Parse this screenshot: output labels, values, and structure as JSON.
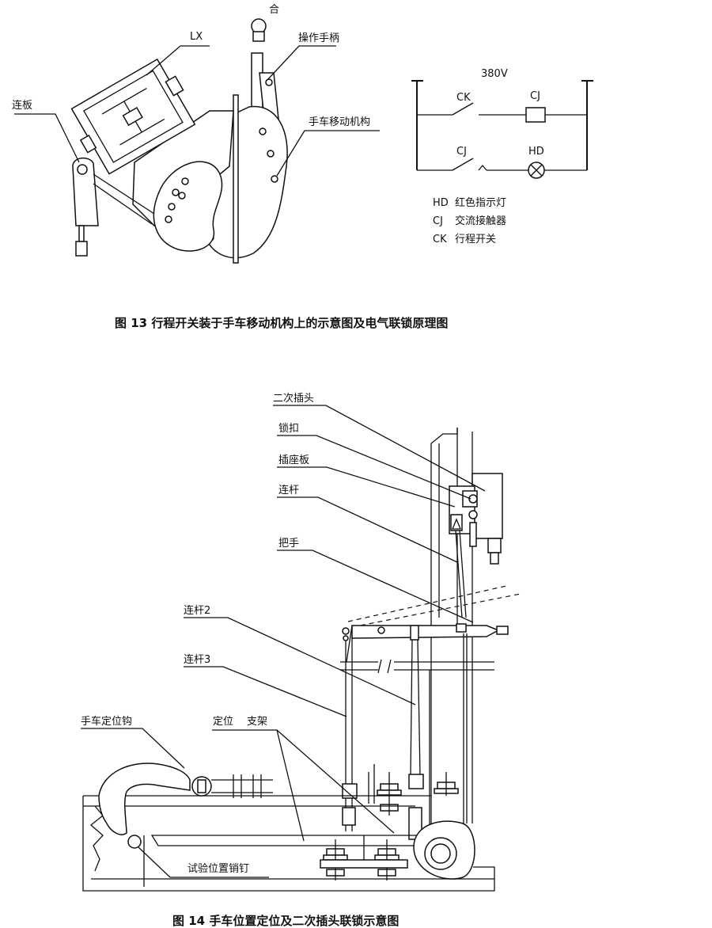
{
  "figure13": {
    "close_label": "合",
    "labels": {
      "lx": "LX",
      "operating_handle": "操作手柄",
      "link_plate": "连板",
      "trolley_mechanism": "手车移动机构"
    },
    "circuit": {
      "voltage": "380V",
      "ck": "CK",
      "cj_coil": "CJ",
      "cj_contact": "CJ",
      "hd": "HD"
    },
    "legend": [
      {
        "code": "HD",
        "desc": "红色指示灯"
      },
      {
        "code": "CJ",
        "desc": "交流接触器"
      },
      {
        "code": "CK",
        "desc": "行程开关"
      }
    ],
    "caption": "图 13 行程开关装于手车移动机构上的示意图及电气联锁原理图"
  },
  "figure14": {
    "labels": {
      "secondary_plug": "二次插头",
      "latch": "锁扣",
      "socket_plate": "插座板",
      "link_rod": "连杆",
      "handle": "把手",
      "link_rod_2": "连杆2",
      "link_rod_3": "连杆3",
      "trolley_hook": "手车定位钩",
      "positioning": "定位",
      "bracket": "支架",
      "test_pin": "试验位置销钉"
    },
    "caption": "图 14 手车位置定位及二次插头联锁示意图"
  }
}
